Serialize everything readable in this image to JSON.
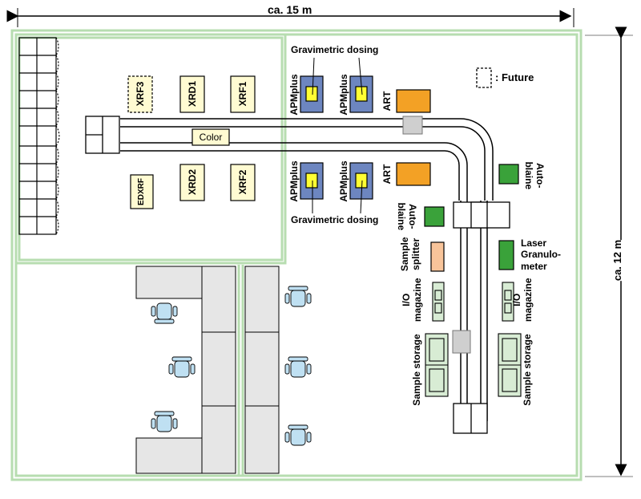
{
  "dimensions": {
    "width_label": "ca. 15 m",
    "height_label": "ca. 12 m"
  },
  "legend": {
    "future_label": ": Future"
  },
  "lab_instruments": {
    "top": [
      "XRF3",
      "XRD1",
      "XRF1"
    ],
    "bottom": [
      "EDXRF",
      "XRD2",
      "XRF2"
    ],
    "color_unit": "Color"
  },
  "dosing": {
    "apm_label": "APMplus",
    "gravimetric_label": "Gravimetric dosing",
    "art_label": "ART"
  },
  "automation": {
    "autoblaine": "Auto-\nblaine",
    "laser": "Laser\nGranulo-\nmeter",
    "sample_splitter": "Sample\nsplitter",
    "io_magazine": "I/O\nmagazine",
    "sample_storage": "Sample storage"
  },
  "colors": {
    "wall": "#b7ddb0",
    "apm": "#6d86c0",
    "yellow": "#ffff33",
    "art": "#f3a125",
    "autoblaine": "#3aa23a",
    "splitter": "#f8c49a",
    "storage": "#d8ecd4",
    "instrument": "#fffbd2",
    "desk": "#e6e6e6",
    "chair": "#bfe0f2"
  }
}
